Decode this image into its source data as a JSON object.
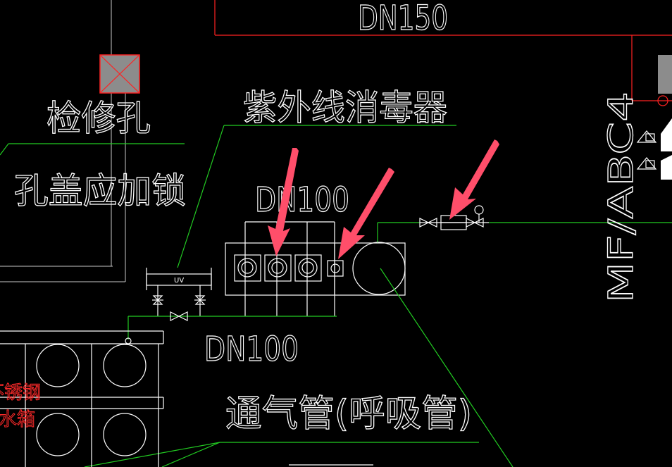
{
  "labels": {
    "pipe_top": "DN150",
    "access_hole": "检修孔",
    "cover_lock": "孔盖应加锁",
    "uv_sterilizer": "紫外线消毒器",
    "pipe_upper": "DN100",
    "pipe_lower": "DN100",
    "vent_pipe": "通气管(呼吸管)",
    "uv_box": "UV",
    "tank_line1": "不锈钢",
    "tank_line2": "水箱",
    "extinguisher": "MF/ABC4"
  },
  "colors": {
    "background": "#000000",
    "line_white": "#ffffff",
    "line_green": "#22cc22",
    "line_red": "#ff2222",
    "arrow": "#ff4e6a",
    "block_gray": "#8c8c8c"
  },
  "icons": {
    "arrow": "annotation-arrow-icon",
    "gate_valve": "gate-valve-icon",
    "pressure_gauge": "pressure-gauge-icon",
    "check_valve": "check-valve-icon"
  }
}
